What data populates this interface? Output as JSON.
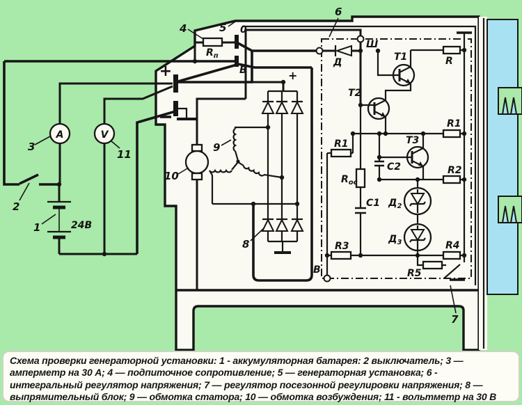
{
  "caption": {
    "text": "Схема проверки генераторной установки: 1 - аккумуляторная батарея: 2 выключатель; 3 — амперметр на 30 А; 4 — подпиточное сопротивление; 5 — генераторная установка; 6 - интегральный регулятор напряжения; 7 — регулятор посезонной регулировки напряжения; 8 — выпрямительный блок; 9 — обмотка статора; 10 — обмотка возбуждения; 11 - вольтметр на 30 В"
  },
  "colors": {
    "background_green": "#a9e9a9",
    "housing_white": "#fafaf3",
    "pulley_blue": "#a8e2f2",
    "line_black": "#161616",
    "caption_bg": "#fdfdf6"
  },
  "diagram": {
    "callouts": {
      "n1": "1",
      "n2": "2",
      "n3": "3",
      "n4": "4",
      "n5": "5",
      "n6": "6",
      "n7": "7",
      "n8": "8",
      "n9": "9",
      "n10": "10",
      "n11": "11"
    },
    "labels": {
      "ammeter": "А",
      "voltmeter": "V",
      "battery_voltage": "24В",
      "plus": "+",
      "terminal_0": "0",
      "terminal_b": "В",
      "terminal_sh": "Ш",
      "diode_d": "Д",
      "t1": "T1",
      "t2": "T2",
      "t3": "T3",
      "r": "R",
      "r1": "R1",
      "r2": "R2",
      "r3": "R3",
      "r4": "R4",
      "r5": "R5",
      "rn_base": "R",
      "rn_sub": "п",
      "roc_base": "R",
      "roc_sub": "ос",
      "c1": "C1",
      "c2": "C2",
      "d2_base": "Д",
      "d2_sub": "2",
      "d3_base": "Д",
      "d3_sub": "3"
    }
  }
}
